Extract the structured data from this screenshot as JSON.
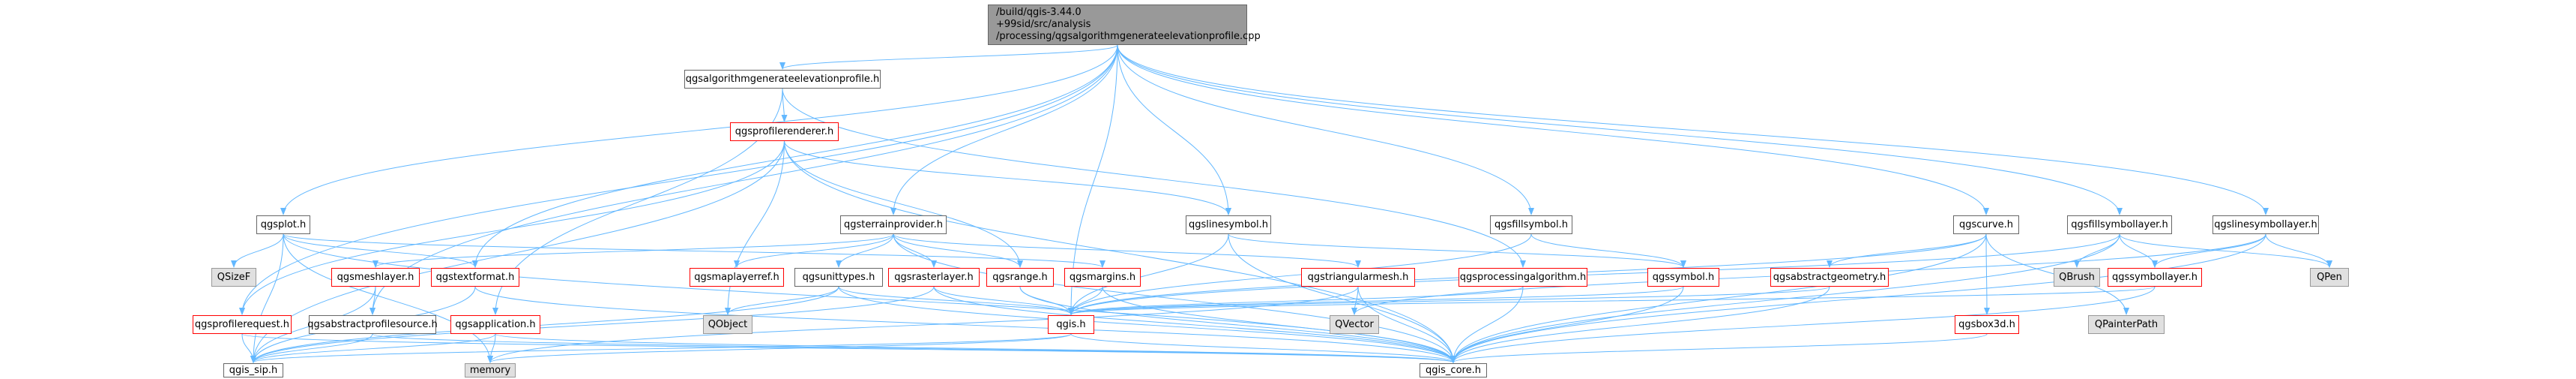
{
  "colors": {
    "edge": "#63b8ff",
    "node_border": "#666666",
    "highlight_border": "#ff0000",
    "external_fill": "#e0e0e0",
    "root_fill": "#999999"
  },
  "root": {
    "line1": "/build/qgis-3.44.0",
    "line2": "+99sid/src/analysis",
    "line3": "/processing/qgsalgorithmgenerateelevationprofile.cpp"
  },
  "nodes": {
    "qgsalgorithmgenerateelevationprofile_h": "qgsalgorithmgenerateelevationprofile.h",
    "qgsprofilerenderer_h": "qgsprofilerenderer.h",
    "qgsplot_h": "qgsplot.h",
    "qgsterrainprovider_h": "qgsterrainprovider.h",
    "qgslinesymbol_h": "qgslinesymbol.h",
    "qgsfillsymbol_h": "qgsfillsymbol.h",
    "qgscurve_h": "qgscurve.h",
    "qgsfillsymbollayer_h": "qgsfillsymbollayer.h",
    "qgslinesymbollayer_h": "qgslinesymbollayer.h",
    "QSizeF": "QSizeF",
    "qgsmeshlayer_h": "qgsmeshlayer.h",
    "qgstextformat_h": "qgstextformat.h",
    "qgsmaplayerref_h": "qgsmaplayerref.h",
    "qgsunittypes_h": "qgsunittypes.h",
    "qgsrasterlayer_h": "qgsrasterlayer.h",
    "qgsrange_h": "qgsrange.h",
    "qgsmargins_h": "qgsmargins.h",
    "qgstriangularmesh_h": "qgstriangularmesh.h",
    "qgsprocessingalgorithm_h": "qgsprocessingalgorithm.h",
    "qgssymbol_h": "qgssymbol.h",
    "qgsabstractgeometry_h": "qgsabstractgeometry.h",
    "QBrush": "QBrush",
    "qgssymbollayer_h": "qgssymbollayer.h",
    "QPen": "QPen",
    "qgsprofilerequest_h": "qgsprofilerequest.h",
    "qgsabstractprofilesource_h": "qgsabstractprofilesource.h",
    "qgsapplication_h": "qgsapplication.h",
    "QObject": "QObject",
    "qgis_h": "qgis.h",
    "QVector": "QVector",
    "qgsbox3d_h": "qgsbox3d.h",
    "QPainterPath": "QPainterPath",
    "qgis_sip_h": "qgis_sip.h",
    "memory": "memory",
    "qgis_core_h": "qgis_core.h"
  }
}
